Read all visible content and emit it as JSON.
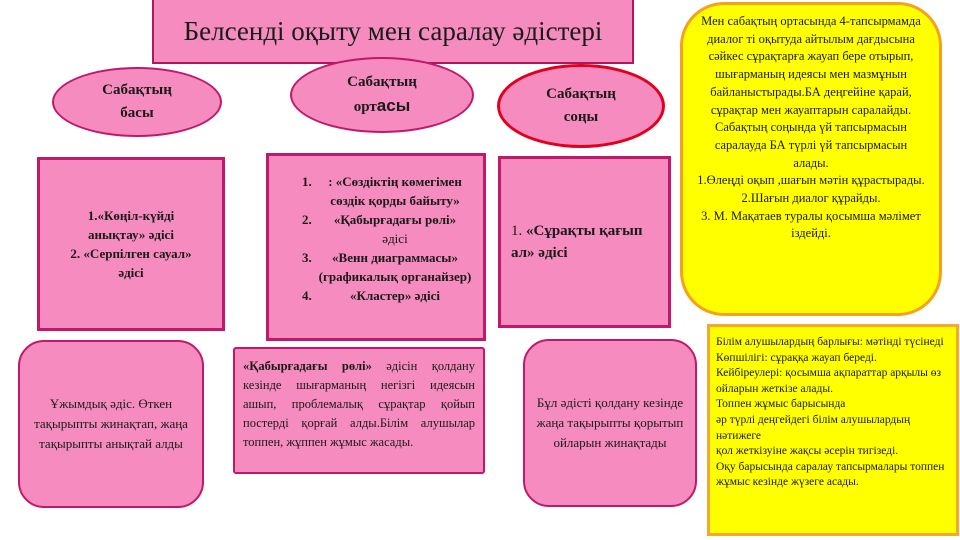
{
  "title": "Белсенді оқыту мен саралау әдістері",
  "ovals": {
    "start_line1": "Сабақтың",
    "start_line2": "басы",
    "middle_line1": "Сабақтың",
    "middle_line2a": "орт",
    "middle_line2b": "асы",
    "end_line1": "Сабақтың",
    "end_line2": "соңы"
  },
  "start_methods": {
    "line1": "1.«Көңіл-күйді",
    "line2": "анықтау» әдісі",
    "line3": "2. «Серпілген сауал»",
    "line4": "әдісі"
  },
  "middle_methods": {
    "items": [
      {
        "num": "1.",
        "text": ": «Сөздіктің көмегімен сөздік қорды байыту»"
      },
      {
        "num": "2.",
        "text": "«Қабырғадағы рөлі»",
        "sub": "әдісі"
      },
      {
        "num": "3.",
        "text": "«Венн диаграммасы» (графикалық органайзер)"
      },
      {
        "num": "4.",
        "text": "«Кластер» әдісі"
      }
    ]
  },
  "end_methods": {
    "num": "1.",
    "text": "«Сұрақты қағып ал» әдісі"
  },
  "bottom_left": "Ұжымдық әдіс. Өткен тақырыпты жинақтап, жаңа тақырыпты анықтай алды",
  "bottom_middle": {
    "lead": "«Қабырғадағы рөлі»",
    "rest": " әдісін қолдану кезінде шығарманың негізгі идеясын ашып, проблемалық сұрақтар қойып постерді қорғай алды.Білім алушылар топпен, жұппен жұмыс жасады."
  },
  "bottom_right": "Бұл әдісті қолдану кезінде жаңа тақырыпты қорытып ойларын жинақтады",
  "right_info": {
    "lines": [
      "Мен сабақтың ортасында 4-тапсырмамда диалог ті оқытуда айтылым дағдысына сәйкес сұрақтарға жауап бере отырып, шығарманың идеясы мен мазмұнын байланыстырады.БА деңгейіне қарай, сұрақтар мен жауаптарын саралайды.",
      "Сабақтың соңында үй тапсырмасын саралауда БА түрлі үй тапсырмасын алады.",
      "1.Өлеңді оқып ,шағын мәтін құрастырады.",
      "2.Шағын диалог құрайды.",
      "3. М. Мақатаев туралы қосымша мәлімет іздейді."
    ]
  },
  "right_summary": {
    "lines": [
      "Білім алушылардың барлығы: мәтінді түсінеді",
      "Көпшілігі: сұраққа жауап береді.",
      "Кейбіреулері: қосымша ақпараттар арқылы өз ойларын жеткізе алады.",
      "Топпен жұмыс барысында",
      "әр түрлі деңгейдегі білім алушылардың нәтижеге",
      "қол жеткізуіне жақсы әсерін тигізеді.",
      "Оқу барысында саралау тапсырмалары топпен жұмыс кезінде жүзеге асады."
    ]
  }
}
